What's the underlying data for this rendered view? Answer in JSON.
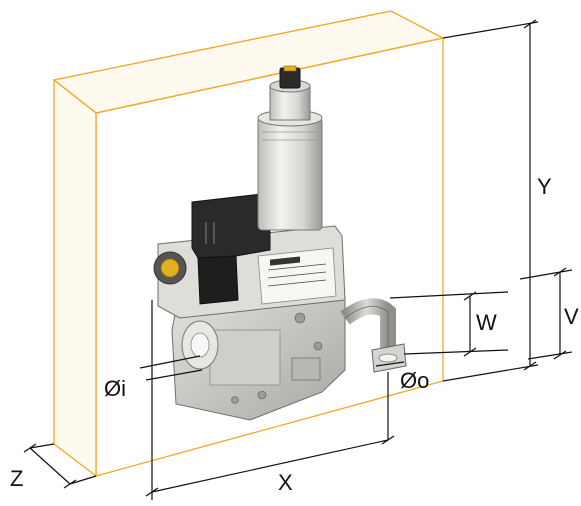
{
  "labels": {
    "x": "X",
    "y": "Y",
    "z": "Z",
    "w": "W",
    "v": "V",
    "inlet_diameter": "Øi",
    "outlet_diameter": "Øo"
  },
  "colors": {
    "envelope": "#f5a623",
    "dimension_line": "#111111",
    "actuator_body": "#e8e8e6",
    "valve_body": "#c9c9c4",
    "coil": "#2a2a2a",
    "cap": "#e0b020"
  },
  "icons": {
    "valve": "gas-valve-drawing",
    "envelope": "bounding-box-outline"
  }
}
